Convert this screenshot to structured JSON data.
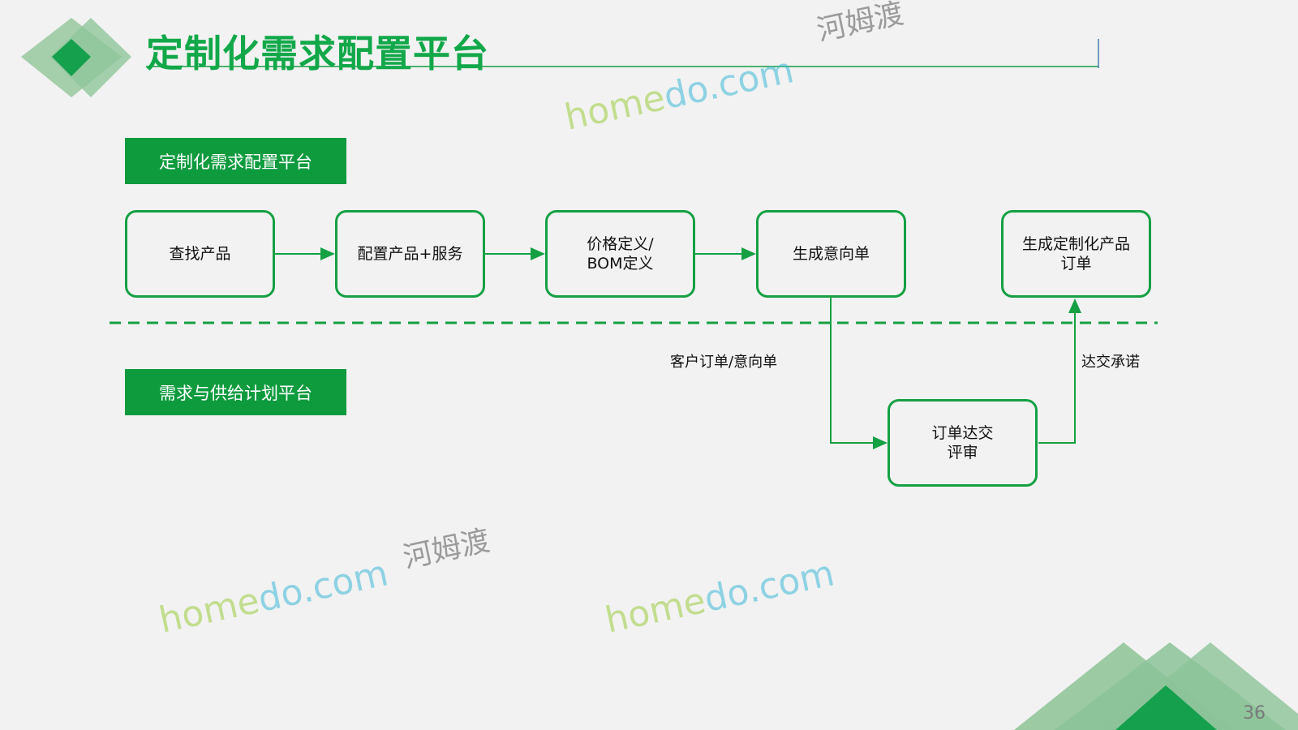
{
  "title": "定制化需求配置平台",
  "lanes": {
    "top": "定制化需求配置平台",
    "bottom": "需求与供给计划平台"
  },
  "nodes": [
    "查找产品",
    "配置产品+服务",
    "价格定义/\nBOM定义",
    "生成意向单",
    "生成定制化产品\n订单",
    "订单达交\n评审"
  ],
  "edge_labels": {
    "order": "客户订单/意向单",
    "promise": "达交承诺"
  },
  "page_number": "36",
  "watermark": {
    "brand": "homedo.com",
    "cn": "河姆渡"
  },
  "colors": {
    "accent": "#14a043",
    "title": "#12a84a"
  }
}
